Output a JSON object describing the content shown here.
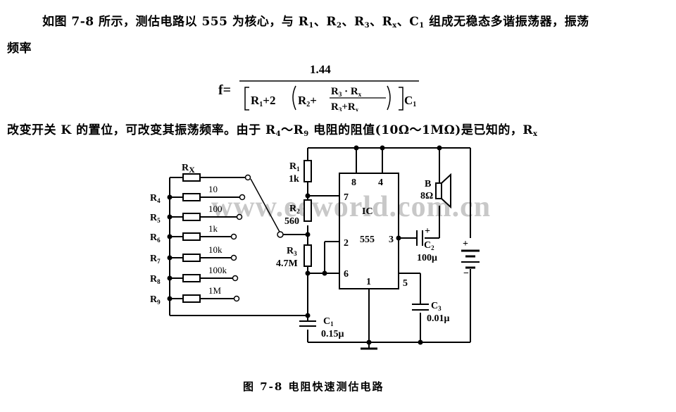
{
  "text": {
    "para1_line1": "如图 7-8 所示，测估电路以 555 为核心，与 R",
    "para1_subs": [
      "1",
      "2",
      "3",
      "x",
      "1"
    ],
    "para1_seps": [
      "、R",
      "、R",
      "、R",
      "、C"
    ],
    "para1_tail": " 组成无稳态多谐振荡器，振荡",
    "para1_line2": "频率",
    "para2_a": "改变开关 K 的置位，可改变其振荡频率。由于 R",
    "para2_sub1": "4",
    "para2_b": "～R",
    "para2_sub2": "9",
    "para2_c": " 电阻的阻值(10Ω～1MΩ)是已知的，R",
    "para2_sub3": "x"
  },
  "formula": {
    "lhs": "f=",
    "numerator": "1.44",
    "denominator": "[R1+2(R2+(R3·Rx)/(R3+Rx))]C1"
  },
  "watermark": "www.eeworld.com.cn",
  "caption": "图 7-8   电阻快速测估电路",
  "circuit": {
    "switch_resistors": [
      {
        "label": "Rx",
        "value": ""
      },
      {
        "label": "R4",
        "value": "10"
      },
      {
        "label": "R5",
        "value": "100"
      },
      {
        "label": "R6",
        "value": "1k"
      },
      {
        "label": "R7",
        "value": "10k"
      },
      {
        "label": "R8",
        "value": "100k"
      },
      {
        "label": "R9",
        "value": "1M"
      }
    ],
    "R1": {
      "label": "R1",
      "value": "1k"
    },
    "R2": {
      "label": "R2",
      "value": "560"
    },
    "R3": {
      "label": "R3",
      "value": "4.7M"
    },
    "C1": {
      "label": "C1",
      "value": "0.15μ"
    },
    "C2": {
      "label": "C2",
      "value": "100μ"
    },
    "C3": {
      "label": "C3",
      "value": "0.01μ"
    },
    "speaker": {
      "label": "B",
      "value": "8Ω"
    },
    "ic": {
      "label": "IC",
      "part": "555",
      "pins": [
        "8",
        "4",
        "7",
        "2",
        "6",
        "3",
        "1",
        "5"
      ]
    },
    "battery_plus": "+",
    "battery_minus": "−",
    "c2_plus": "+"
  }
}
